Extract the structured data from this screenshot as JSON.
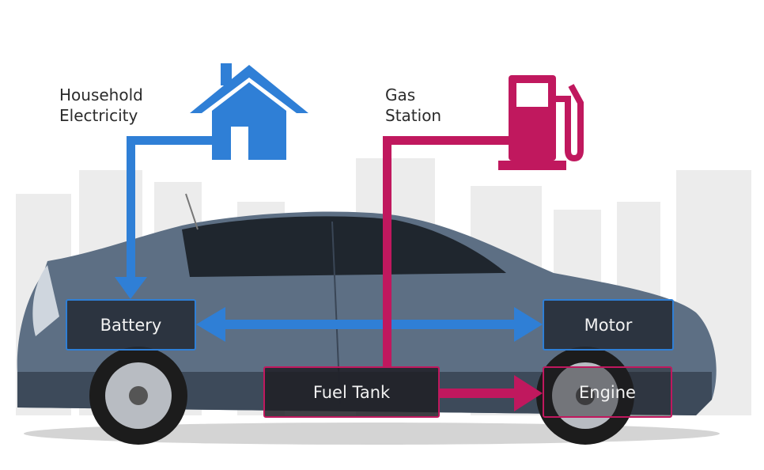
{
  "labels": {
    "household": [
      "Household",
      "Electricity"
    ],
    "gas": [
      "Gas",
      "Station"
    ]
  },
  "components": {
    "battery": "Battery",
    "motor": "Motor",
    "fuel_tank": "Fuel Tank",
    "engine": "Engine"
  },
  "icons": {
    "house": "house-icon",
    "pump": "gas-pump-icon"
  },
  "colors": {
    "electric": "#2f7fd6",
    "fuel": "#c0185e",
    "car_body": "#5d6f84"
  }
}
